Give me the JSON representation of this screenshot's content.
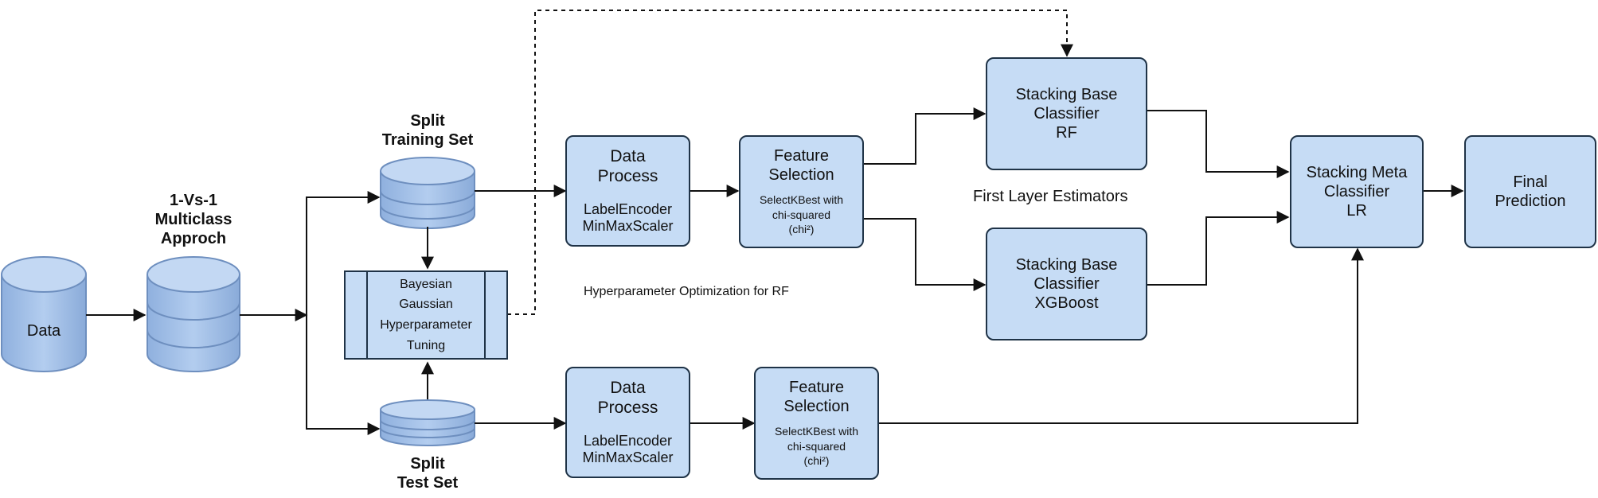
{
  "diagram": {
    "data_node": "Data",
    "multiclass_label": [
      "1-Vs-1",
      "Multiclass",
      "Approch"
    ],
    "split_training_label": [
      "Split",
      "Training Set"
    ],
    "split_test_label": [
      "Split",
      "Test Set"
    ],
    "tuning_box": [
      "Bayesian",
      "Gaussian",
      "Hyperparameter",
      "Tuning"
    ],
    "data_process_top": {
      "title": [
        "Data",
        "Process"
      ],
      "body": [
        "LabelEncoder",
        "MinMaxScaler"
      ]
    },
    "data_process_bottom": {
      "title": [
        "Data",
        "Process"
      ],
      "body": [
        "LabelEncoder",
        "MinMaxScaler"
      ]
    },
    "feature_selection_top": {
      "title": [
        "Feature",
        "Selection"
      ],
      "body": [
        "SelectKBest with",
        "chi-squared",
        "(chi²)"
      ]
    },
    "feature_selection_bottom": {
      "title": [
        "Feature",
        "Selection"
      ],
      "body": [
        "SelectKBest with",
        "chi-squared",
        "(chi²)"
      ]
    },
    "base_rf": [
      "Stacking Base",
      "Classifier",
      "RF"
    ],
    "base_xgb": [
      "Stacking Base",
      "Classifier",
      "XGBoost"
    ],
    "meta": [
      "Stacking Meta",
      "Classifier",
      "LR"
    ],
    "final": [
      "Final",
      "Prediction"
    ],
    "first_layer_label": "First Layer Estimators",
    "hyperparameter_note": "Hyperparameter Optimization  for RF"
  }
}
